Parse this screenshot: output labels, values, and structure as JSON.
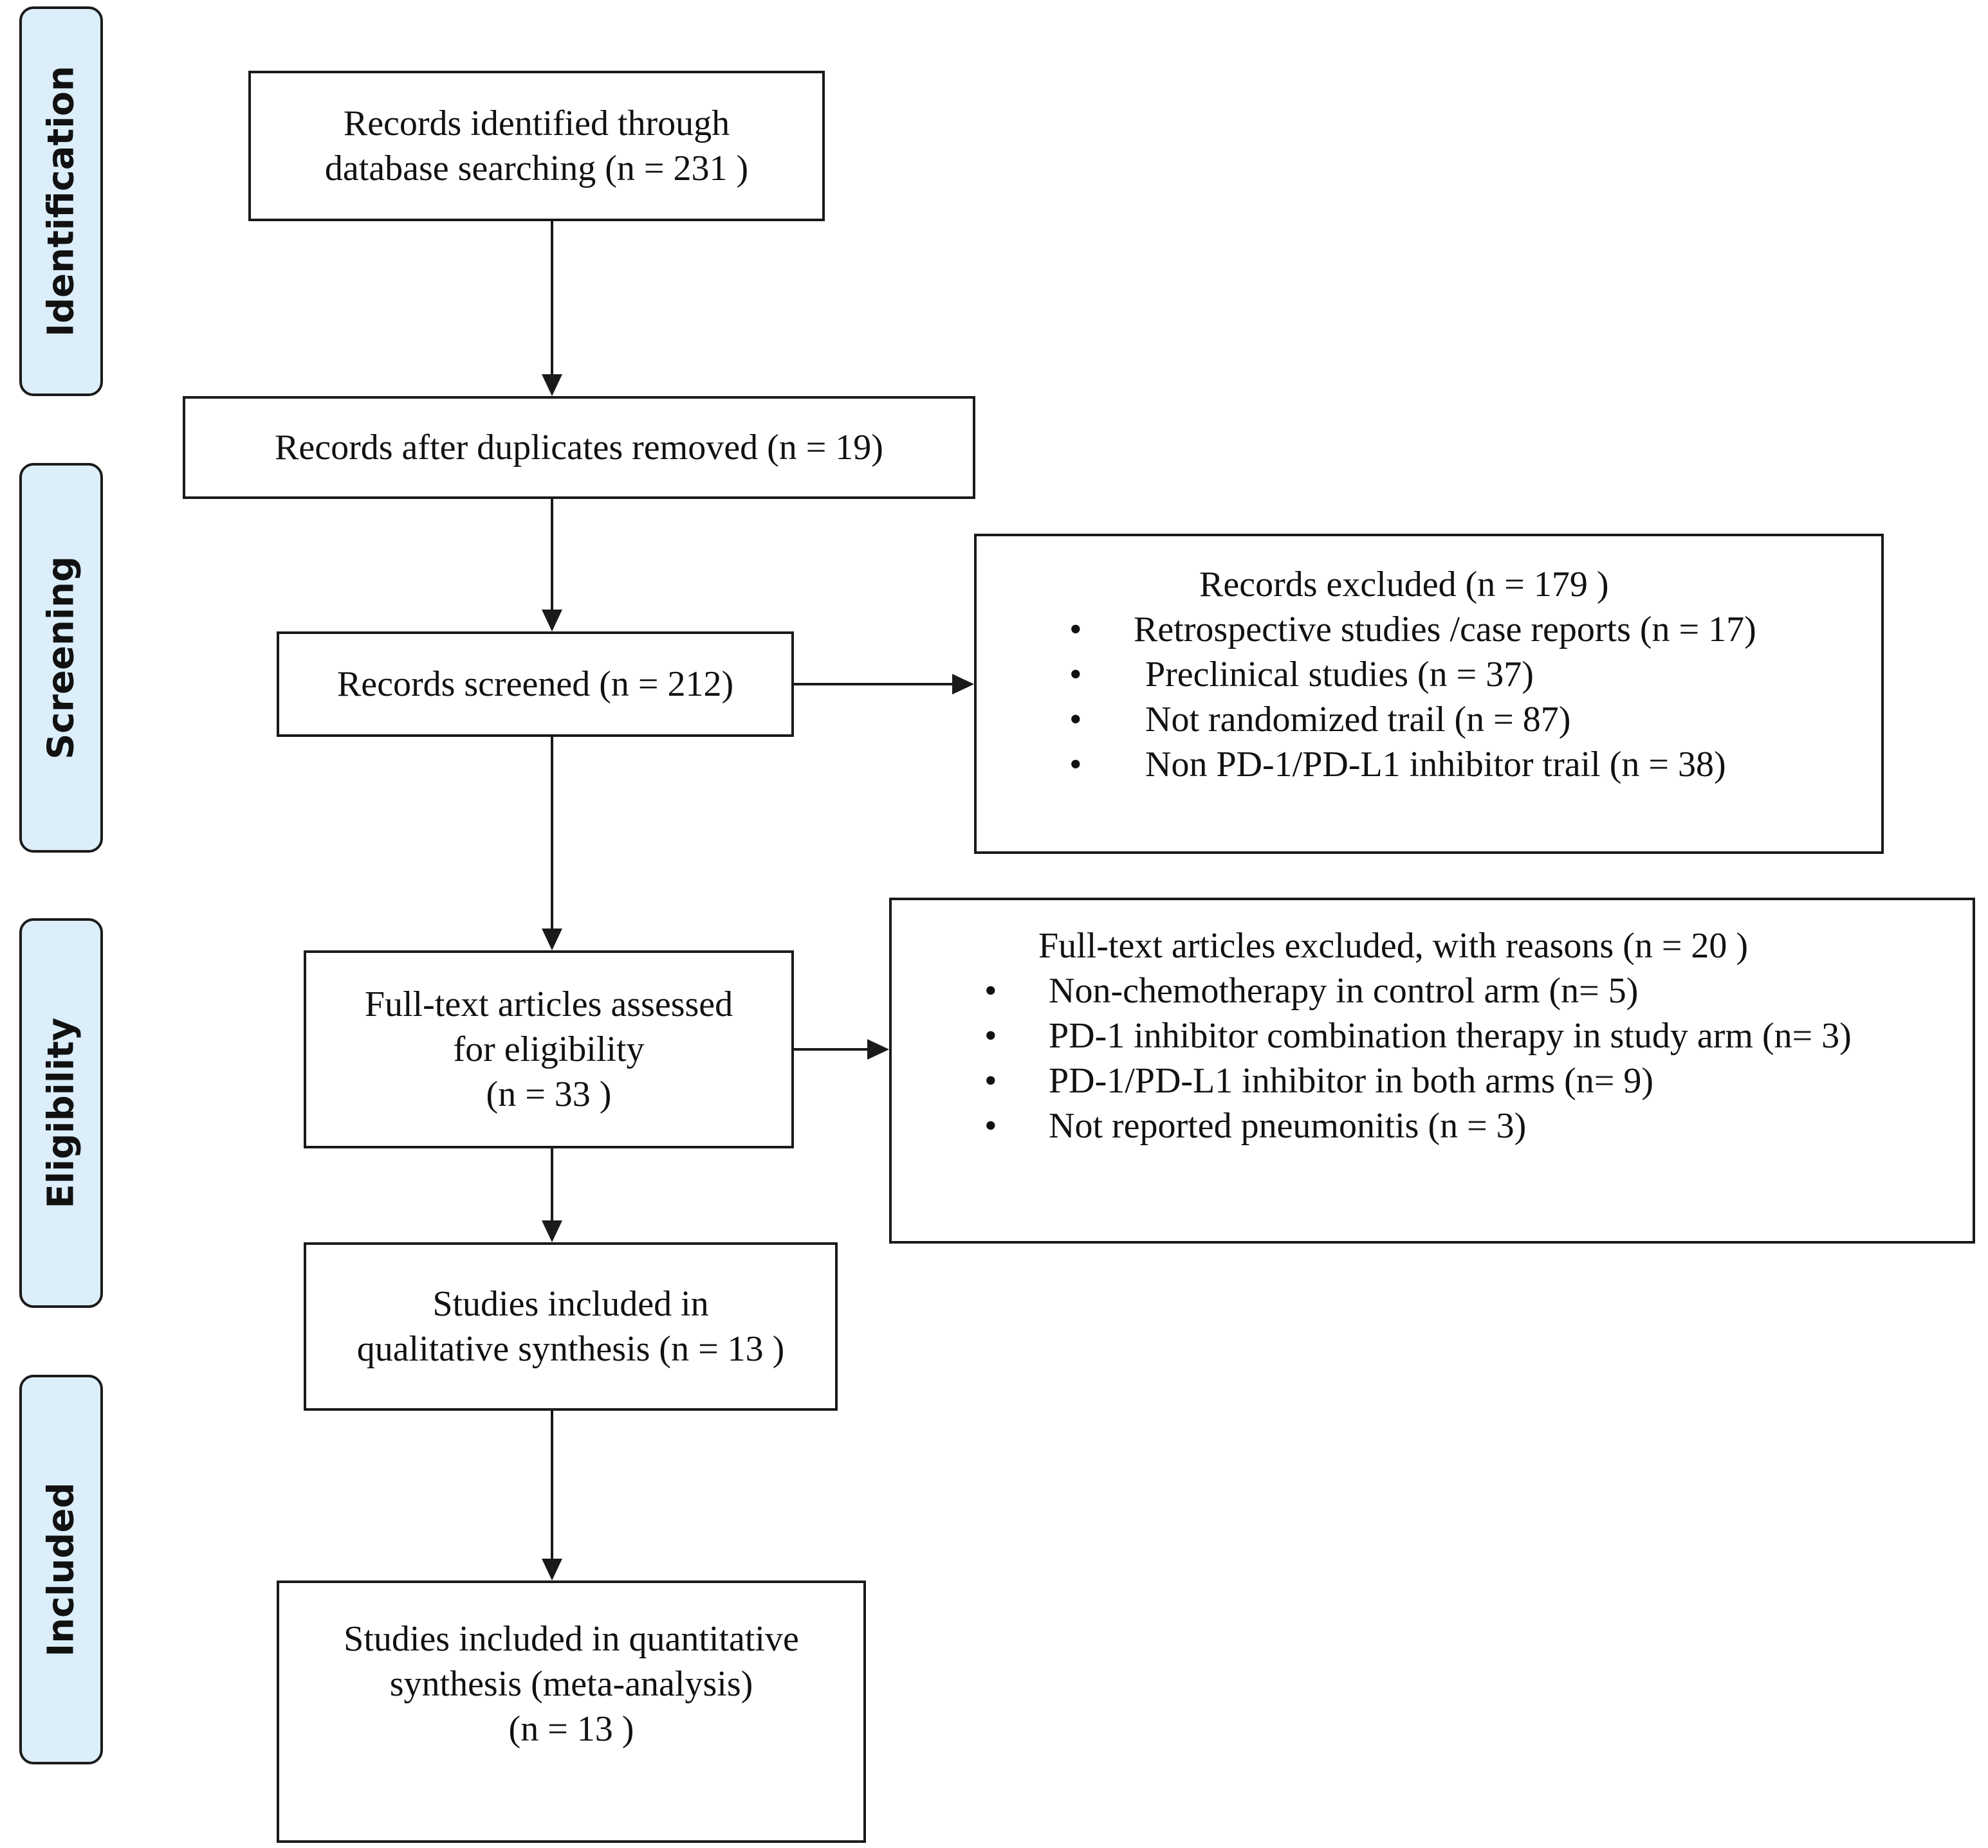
{
  "phases": {
    "identification": "Identification",
    "screening": "Screening",
    "eligibility": "Eligibility",
    "included": "Included"
  },
  "boxes": {
    "identified": [
      "Records identified through",
      "database searching  (n = 231 )"
    ],
    "duplicates": [
      "Records after duplicates removed (n = 19)"
    ],
    "screened": [
      "Records screened (n = 212)"
    ],
    "fulltext": [
      "Full-text articles assessed",
      "for eligibility",
      "(n = 33 )"
    ],
    "qualitative": [
      "Studies included in",
      "qualitative synthesis (n = 13 )"
    ],
    "quantitative": [
      "Studies included in quantitative",
      "synthesis (meta-analysis)",
      "(n = 13   )"
    ]
  },
  "excluded_records": {
    "title": "Records excluded (n = 179 )",
    "bullet": "•",
    "items": [
      "Retrospective studies /case reports (n = 17)",
      "Preclinical studies (n = 37)",
      "Not randomized trail  (n = 87)",
      "Non PD-1/PD-L1 inhibitor trail (n = 38)"
    ]
  },
  "excluded_fulltext": {
    "title": "Full-text articles excluded, with reasons (n = 20 )",
    "bullet": "•",
    "items": [
      "Non-chemotherapy in control arm (n= 5)",
      "PD-1 inhibitor combination therapy in study arm (n= 3)",
      "PD-1/PD-L1 inhibitor in both arms (n= 9)",
      " Not reported pneumonitis (n = 3)"
    ]
  },
  "colors": {
    "phase_fill": "#dbeefa",
    "stroke": "#1a1a1a",
    "text": "#111111"
  }
}
